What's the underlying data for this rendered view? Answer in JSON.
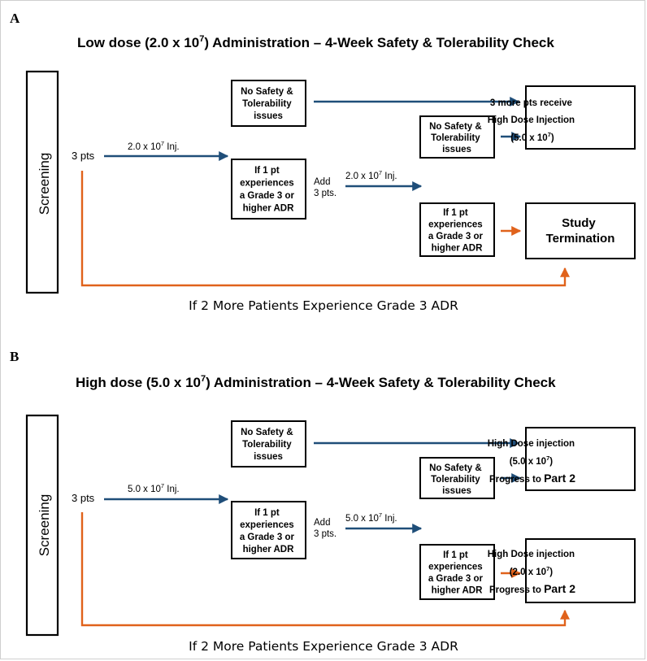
{
  "panel_a": {
    "letter": "A",
    "title_pre": "Low dose (2.0 x 10",
    "title_sup": "7",
    "title_post": ") Administration – 4-Week Safety & Tolerability Check",
    "screening": "Screening",
    "pts": "3 pts",
    "inj_pre": "2.0 x 10",
    "inj_sup": "7",
    "inj_post": " Inj.",
    "no_issue_line1": "No Safety &",
    "no_issue_line2": "Tolerability",
    "no_issue_line3": "issues",
    "adr_line1": "If 1 pt",
    "adr_line2": "experiences",
    "adr_line3": "a Grade 3 or",
    "adr_line4": "higher ADR",
    "add_line1": "Add",
    "add_line2": "3 pts.",
    "inj2_pre": "2.0 x 10",
    "inj2_sup": "7",
    "inj2_post": " Inj.",
    "outcome_line1": "3 more pts receive",
    "outcome_line2": "High Dose Injection",
    "outcome_line3_pre": "(5.0 x 10",
    "outcome_line3_sup": "7",
    "outcome_line3_post": ")",
    "termination_line1": "Study",
    "termination_line2": "Termination",
    "footer": "If 2 More Patients Experience Grade 3 ADR"
  },
  "panel_b": {
    "letter": "B",
    "title_pre": "High dose (5.0 x 10",
    "title_sup": "7",
    "title_post": ") Administration – 4-Week Safety & Tolerability Check",
    "screening": "Screening",
    "pts": "3 pts",
    "inj_pre": "5.0 x 10",
    "inj_sup": "7",
    "inj_post": " Inj.",
    "no_issue_line1": "No Safety &",
    "no_issue_line2": "Tolerability",
    "no_issue_line3": "issues",
    "adr_line1": "If 1 pt",
    "adr_line2": "experiences",
    "adr_line3": "a Grade 3 or",
    "adr_line4": "higher ADR",
    "add_line1": "Add",
    "add_line2": "3 pts.",
    "inj2_pre": "5.0 x 10",
    "inj2_sup": "7",
    "inj2_post": " Inj.",
    "outcome1_line1": "High Dose injection",
    "outcome1_line2_pre": "(5.0 x 10",
    "outcome1_line2_sup": "7",
    "outcome1_line2_post": ")",
    "outcome1_line3_pre": "Progress to ",
    "outcome1_line3_big": "Part 2",
    "outcome2_line1": "High Dose injection",
    "outcome2_line2_pre": "(2.0 x 10",
    "outcome2_line2_sup": "7",
    "outcome2_line2_post": ")",
    "outcome2_line3_pre": "Progress to ",
    "outcome2_line3_big": "Part 2",
    "footer": "If 2 More Patients Experience Grade 3 ADR"
  },
  "colors": {
    "continue_arrow": "#1f4e79",
    "stop_arrow": "#e0621b"
  }
}
